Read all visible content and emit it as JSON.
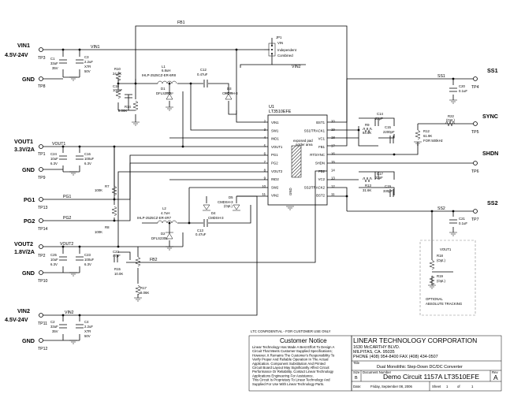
{
  "ports": {
    "vin1": "VIN1",
    "vin1_range": "4.5V-24V",
    "tp3": "TP3",
    "gnd1": "GND",
    "tp8": "TP8",
    "vout1": "VOUT1",
    "vout1_val": "3.3V/2A",
    "tp1": "TP1",
    "gnd2": "GND",
    "tp9": "TP9",
    "pg1": "PG1",
    "tp13": "TP13",
    "pg2": "PG2",
    "tp14": "TP14",
    "vout2": "VOUT2",
    "vout2_val": "1.8V/2A",
    "tp2": "TP2",
    "gnd3": "GND",
    "tp10": "TP10",
    "vin2": "VIN2",
    "vin2_range": "4.5V-24V",
    "tp11": "TP11",
    "gnd4": "GND",
    "tp12": "TP12",
    "ss1": "SS1",
    "tp4": "TP4",
    "sync": "SYNC",
    "tp5": "TP5",
    "shdn": "SHDN",
    "tp6": "TP6",
    "ss2": "SS2",
    "tp7": "TP7"
  },
  "nets": {
    "fb1": "FB1",
    "vin1": "VIN1",
    "vin2_top": "VIN2",
    "ss1": "SS1",
    "vout1": "VOUT1",
    "pg1": "PG1",
    "pg2": "PG2",
    "vout2": "VOUT2",
    "fb2": "FB2",
    "ss2": "SS2",
    "vin2": "VIN2"
  },
  "components": {
    "c1": [
      "C1",
      "33uF",
      "35V"
    ],
    "c3": [
      "C3",
      "2.2uF",
      "X7R",
      "50V"
    ],
    "c16": [
      "C16",
      "100uF",
      "6.3V"
    ],
    "c24": [
      "C24",
      "10uF",
      "6.3V"
    ],
    "c25": [
      "C25",
      "10uF",
      "6.3V"
    ],
    "c23": [
      "C23",
      "100uF",
      "6.3V"
    ],
    "c2": [
      "C2",
      "33uF",
      "35V"
    ],
    "c4": [
      "C4",
      "2.2uF",
      "X7R",
      "50V"
    ],
    "r10": [
      "R10",
      "24.9K"
    ],
    "c18": [
      "C18",
      "100pF"
    ],
    "r14": [
      "R14",
      "8.06K"
    ],
    "l1": [
      "L1",
      "6.8uH",
      "IHLP-2525CZ-ER-6R8"
    ],
    "d1": [
      "D1",
      "DFLS230L"
    ],
    "c12": [
      "C12",
      "0.47uF"
    ],
    "d3": [
      "D3",
      "CMDSH-3"
    ],
    "r7": [
      "R7",
      "100K"
    ],
    "r8": [
      "R8",
      "100K"
    ],
    "l2": [
      "L2",
      "4.7uH",
      "IHLP-2525CZ-ER-4R7"
    ],
    "d2": [
      "D2",
      "DFLS230L"
    ],
    "c13": [
      "C13",
      "0.47uF"
    ],
    "d5": [
      "D5",
      "CMDSH-3",
      "(Opt.)"
    ],
    "d4": [
      "D4",
      "CMDSH-3"
    ],
    "c22": [
      "C22",
      "47pF"
    ],
    "r15": [
      "R15",
      "10.0K"
    ],
    "r17": [
      "R17",
      "8.06K"
    ],
    "c14": [
      "C14",
      "22pF"
    ],
    "r9": [
      "R9",
      "84.5K"
    ],
    "c15": [
      "C15",
      "2200pF"
    ],
    "c17": [
      "C17",
      "22pF"
    ],
    "r13": [
      "R13",
      "31.6K"
    ],
    "c19": [
      "C19",
      "330pF"
    ],
    "c20": [
      "C20",
      "0.1uF"
    ],
    "r12": [
      "R12",
      "61.9K",
      "FOR 500kHz"
    ],
    "r22": [
      "R22",
      "(Opt.)"
    ],
    "c21": [
      "C21",
      "0.1uF"
    ],
    "r18": [
      "R18",
      "(Opt.)"
    ],
    "r19": [
      "R19",
      "(Opt.)"
    ],
    "jp1": [
      "JP1",
      "VIN",
      "Independent",
      "Combined"
    ]
  },
  "ic": {
    "ref": "U1",
    "part": "LT3510EFE",
    "pad_note_1": "exposed pad",
    "pad_note_2": "solder area",
    "gnd": "GND",
    "left_pins": [
      "VIN1",
      "SW1",
      "IND1",
      "VOUT1",
      "PG1",
      "PG2",
      "VOUT2",
      "IND2",
      "SW2",
      "VIN2"
    ],
    "left_nums": [
      "2",
      "3",
      "4",
      "5",
      "6",
      "7",
      "8",
      "9",
      "10",
      "11"
    ],
    "right_pins": [
      "BST1",
      "SS1/TRACK1",
      "VC1",
      "FB1",
      "RT/SYNC",
      "SHDN",
      "FB2",
      "VC2",
      "SS2/TRACK2",
      "BST2"
    ],
    "right_nums": [
      "20",
      "19",
      "18",
      "17",
      "16",
      "15",
      "14",
      "13",
      "12",
      "11"
    ]
  },
  "optional": {
    "vout1": "VOUT1",
    "label1": "OPTIONAL",
    "label2": "ABSOLUTE TRACKING"
  },
  "titleblock": {
    "confidential": "LTC CONFIDENTIAL - FOR CUSTOMER USE ONLY",
    "notice_title": "Customer Notice",
    "notice_lines": [
      "Linear Technology Has Made A Best Effort To Design A",
      "Circuit That Meets Customer-Supplied Specifications;",
      "However, It Remains The Customer's Responsibility To",
      "Verify Proper And Reliable Operation In The Actual",
      "Application. Component Substitution And Printed",
      "Circuit Board Layout May Significantly Affect Circuit",
      "Performance Or Reliability. Contact Linear Technology",
      "Applications Engineering For Assistance.",
      "This Circuit Is Proprietary To Linear Technology And",
      "Supplied For Use With Linear Technology Parts."
    ],
    "company": "LINEAR TECHNOLOGY CORPORATION",
    "addr1": "1630 McCARTHY BLVD.",
    "addr2": "MILPITAS, CA. 95035",
    "phone": "PHONE (408) 954-8400  FAX (408) 434-0507",
    "title_label": "Title",
    "title": "Dual Monolithic Step-Down DC/DC Converter",
    "size_label": "Size",
    "size": "B",
    "docnum_label": "Document Number",
    "docnum": "Demo Circuit 1157A     LT3510EFE",
    "rev_label": "Rev",
    "rev": "A",
    "date_label": "Date:",
    "date": "Friday, September 08, 2006",
    "sheet_label": "Sheet",
    "sheet": "1",
    "of_label": "of",
    "of": "1"
  }
}
